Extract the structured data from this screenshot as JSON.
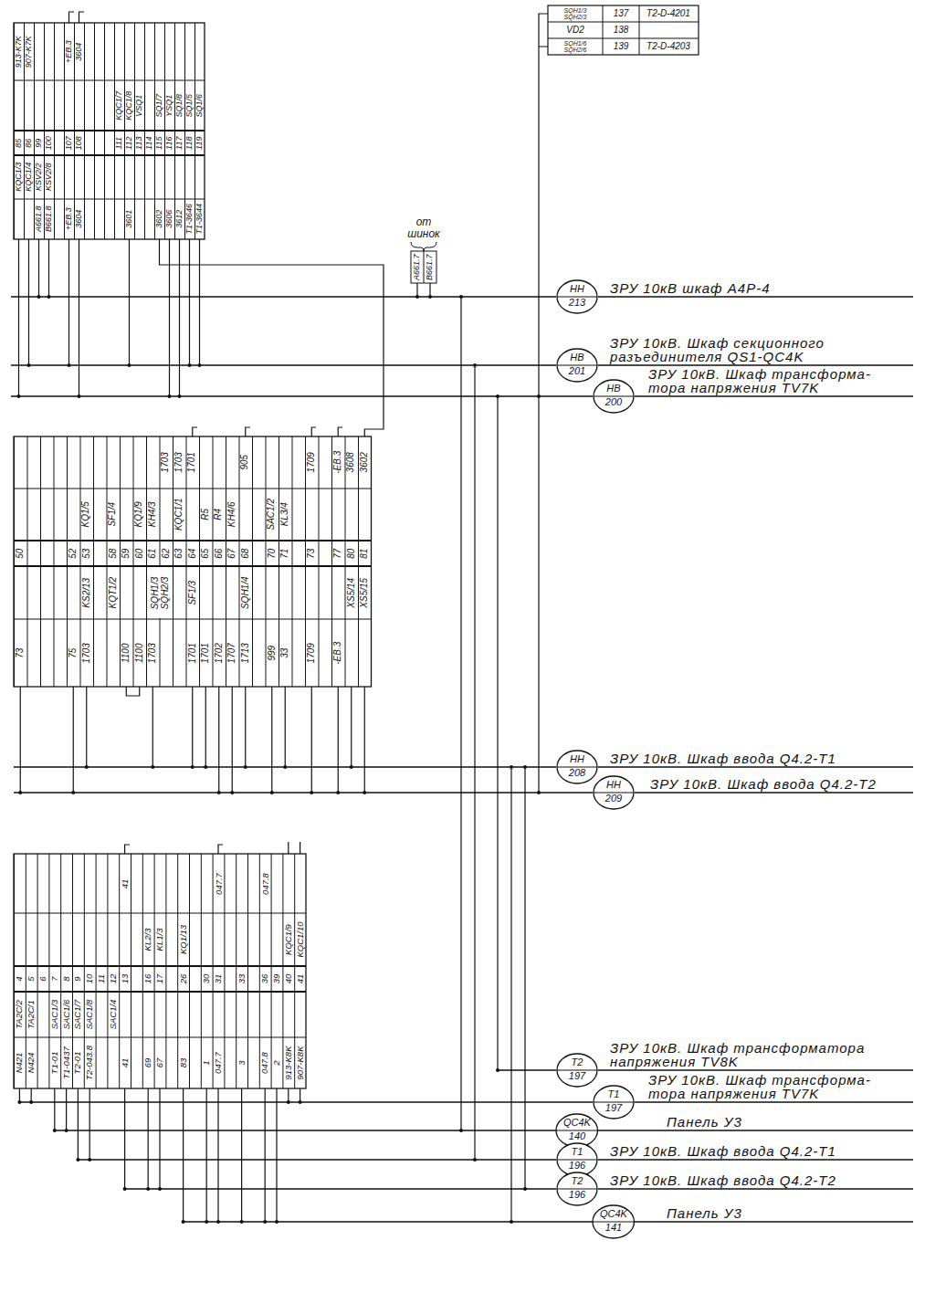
{
  "diagram": {
    "nodes": [
      {
        "text": [
          "НН",
          "213"
        ]
      },
      {
        "text": [
          "НВ",
          "201"
        ]
      },
      {
        "text": [
          "НВ",
          "200"
        ]
      },
      {
        "text": [
          "НН",
          "208"
        ]
      },
      {
        "text": [
          "НН",
          "209"
        ]
      },
      {
        "text": [
          "T2",
          "197"
        ]
      },
      {
        "text": [
          "T1",
          "197"
        ]
      },
      {
        "text": [
          "QC4K",
          "140"
        ]
      },
      {
        "text": [
          "T1",
          "196"
        ]
      },
      {
        "text": [
          "T2",
          "196"
        ]
      },
      {
        "text": [
          "QC4K",
          "141"
        ]
      }
    ],
    "labels": [
      "SQH1/3 SQH2/3",
      "137",
      "T2-D-4201",
      "VD2",
      "138",
      "SQH1/6 SQH2/6",
      "139",
      "T2-D-4203",
      "913-K7K",
      "85",
      "KQC1/3",
      "907-K7K",
      "86",
      "KQC1/4",
      "99",
      "KSV2/2",
      "A661.8",
      "100",
      "KSV2/8",
      "B661.8",
      "+EB.3",
      "107",
      "+EB.3",
      "3604",
      "108",
      "3604",
      "KQC1/7",
      "111",
      "KQC1/8",
      "112",
      "3601",
      "VSQ1",
      "113",
      "114",
      "SQ1/7",
      "115",
      "3602",
      "YSQ1",
      "116",
      "3606",
      "SQ1/8",
      "117",
      "3612",
      "SQ1/5",
      "118",
      "T1-3646",
      "SQ1/6",
      "119",
      "T1-3644",
      "от шинок",
      "A661.7",
      "B661.7",
      "ЗРУ 10кВ шкаф А4Р-4",
      "ЗРУ 10кВ. Шкаф секционного разъединителя QS1-QC4K",
      "ЗРУ 10кВ. Шкаф трансформа- тора напряжения TV7K",
      "50",
      "73",
      "52",
      "75",
      "KQ1/5",
      "53",
      "KS2/13",
      "1703",
      "SF1/4",
      "58",
      "KQT1/2",
      "59",
      "1100",
      "KQ1/9",
      "60",
      "1100",
      "KH4/3",
      "61",
      "SQH1/3 SQH2/3",
      "1703",
      "1703",
      "62",
      "1703",
      "KQC1/1",
      "63",
      "1701",
      "64",
      "SF1/3",
      "1701",
      "R5",
      "65",
      "1701",
      "R4",
      "66",
      "1702",
      "KH4/6",
      "67",
      "1707",
      "905",
      "68",
      "SQH1/4",
      "1713",
      "SAC1/2",
      "70",
      "999",
      "KL3/4",
      "71",
      "33",
      "1709",
      "73",
      "1709",
      "-EB.3",
      "77",
      "-EB.3",
      "3608",
      "80",
      "XS5/14",
      "3602",
      "81",
      "XS5/15",
      "ЗРУ 10кВ. Шкаф ввода Q4.2-T1",
      "ЗРУ 10кВ. Шкаф ввода Q4.2-T2",
      "4",
      "TA2C/2",
      "N421",
      "5",
      "TA2C/1",
      "N424",
      "6",
      "7",
      "SAC1/3",
      "T1-01",
      "8",
      "SAC1/6",
      "T1-0437",
      "9",
      "SAC1/7",
      "T2-01",
      "10",
      "SAC1/8",
      "T2-043.8",
      "11",
      "12",
      "SAC1/4",
      "41",
      "13",
      "41",
      "KL2/3",
      "16",
      "69",
      "KL1/3",
      "17",
      "67",
      "KQ1/13",
      "26",
      "83",
      "30",
      "1",
      "047.7",
      "31",
      "047.7",
      "33",
      "3",
      "047.8",
      "36",
      "047.8",
      "39",
      "2",
      "KQC1/9",
      "40",
      "913-K8K",
      "KQC1/10",
      "41",
      "907-K8K",
      "ЗРУ 10кВ. Шкаф трансформатора напряжения TV8K",
      "ЗРУ 10кВ. Шкаф трансформа- тора напряжения TV7K",
      "Панель У3",
      "ЗРУ 10кВ. Шкаф ввода Q4.2-T1",
      "ЗРУ 10кВ. Шкаф ввода Q4.2-T2",
      "Панель У3"
    ]
  }
}
